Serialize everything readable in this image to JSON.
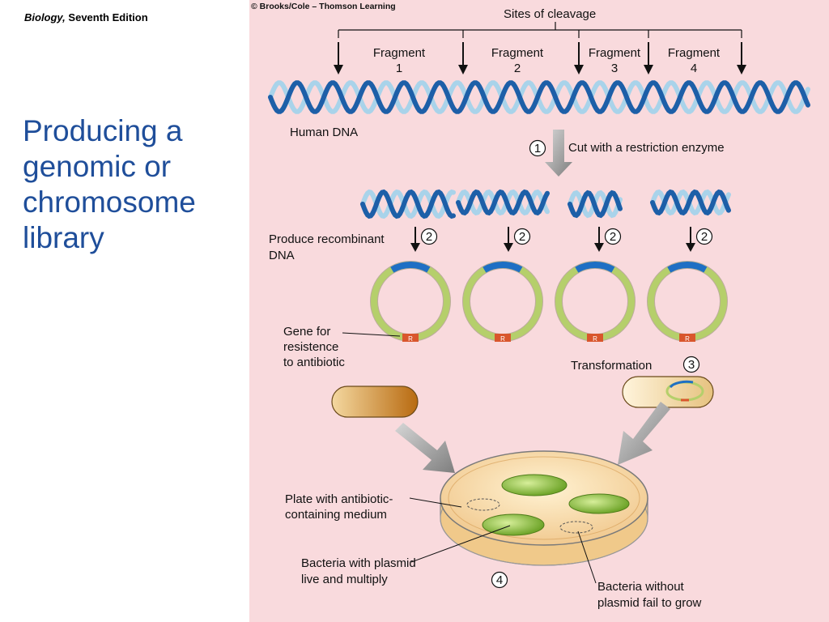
{
  "header": {
    "book_title": "Biology,",
    "edition": "Seventh Edition"
  },
  "slide_title": "Producing a genomic or chromosome library",
  "figure": {
    "credit": "© Brooks/Cole – Thomson Learning",
    "sites_label": "Sites of cleavage",
    "fragments": [
      {
        "line1": "Fragment",
        "line2": "1"
      },
      {
        "line1": "Fragment",
        "line2": "2"
      },
      {
        "line1": "Fragment",
        "line2": "3"
      },
      {
        "line1": "Fragment",
        "line2": "4"
      }
    ],
    "human_dna": "Human DNA",
    "step1": {
      "num": "1",
      "text": "Cut with a restriction enzyme"
    },
    "step2": {
      "num": "2",
      "line1": "Produce recombinant",
      "line2": "DNA"
    },
    "gene": {
      "line1": "Gene for",
      "line2": "resistence",
      "line3": "to antibiotic",
      "marker": "R"
    },
    "step3": {
      "num": "3",
      "text": "Transformation"
    },
    "plate": {
      "line1": "Plate with antibiotic-",
      "line2": "containing medium"
    },
    "live": {
      "line1": "Bacteria with plasmid",
      "line2": "live and multiply"
    },
    "step4": {
      "num": "4"
    },
    "fail": {
      "line1": "Bacteria without",
      "line2": "plasmid fail to grow"
    },
    "colors": {
      "title": "#1f4e9a",
      "background": "#f9dadd",
      "dna_dark": "#1d5fa8",
      "dna_light": "#a9d3ea",
      "plasmid": "#b5cf6b",
      "insert": "#1f6fc4",
      "marker": "#d9562c",
      "colony": "#8fc33c"
    }
  }
}
